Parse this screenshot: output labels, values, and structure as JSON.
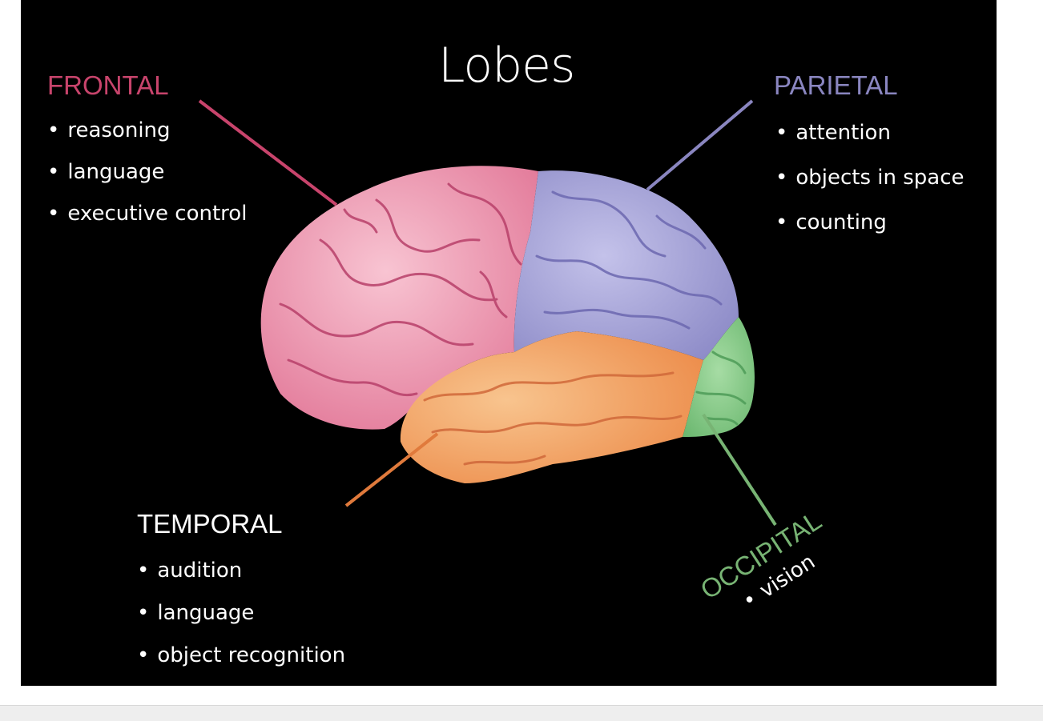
{
  "title": "Lobes",
  "lobes": {
    "frontal": {
      "name": "FRONTAL",
      "color": "#c8446c",
      "items": [
        "reasoning",
        "language",
        "executive control"
      ]
    },
    "parietal": {
      "name": "PARIETAL",
      "color": "#8a86c0",
      "items": [
        "attention",
        "objects in space",
        "counting"
      ]
    },
    "temporal": {
      "name": "TEMPORAL",
      "color": "#ffffff",
      "items": [
        "audition",
        "language",
        "object recognition"
      ]
    },
    "occipital": {
      "name": "OCCIPITAL",
      "color": "#78b474",
      "items": [
        "vision"
      ]
    }
  },
  "brain_colors": {
    "frontal": "#f0a0b8",
    "parietal": "#a8a6dc",
    "temporal": "#f2a468",
    "occipital": "#8cc890",
    "temporal_line": "#e07a3c"
  }
}
